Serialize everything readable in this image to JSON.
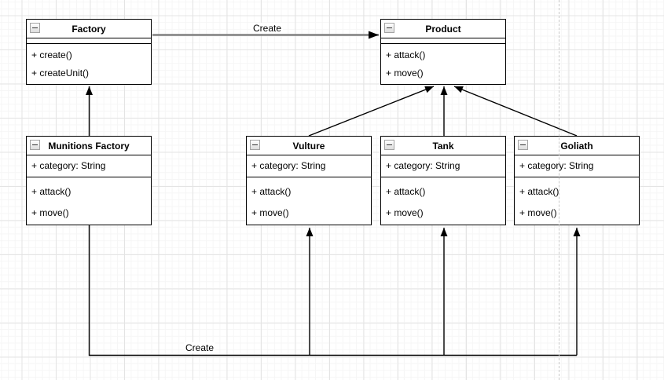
{
  "classes": [
    {
      "name": "Factory",
      "attributes": [],
      "methods": [
        "+ create()",
        "+ createUnit()"
      ]
    },
    {
      "name": "Product",
      "attributes": [],
      "methods": [
        "+ attack()",
        "+ move()"
      ]
    },
    {
      "name": "Munitions Factory",
      "attributes": [
        "+ category: String"
      ],
      "methods": [
        "+ attack()",
        "+ move()"
      ]
    },
    {
      "name": "Vulture",
      "attributes": [
        "+ category: String"
      ],
      "methods": [
        "+ attack()",
        "+ move()"
      ]
    },
    {
      "name": "Tank",
      "attributes": [
        "+ category: String"
      ],
      "methods": [
        "+ attack()",
        "+ move()"
      ]
    },
    {
      "name": "Goliath",
      "attributes": [
        "+ category: String"
      ],
      "methods": [
        "+ attack()",
        "+ move()"
      ]
    }
  ],
  "edges": [
    {
      "from": "Factory",
      "to": "Product",
      "label": "Create",
      "type": "directed-association"
    },
    {
      "from": "Munitions Factory",
      "to": "Factory",
      "type": "generalization"
    },
    {
      "from": "Vulture",
      "to": "Product",
      "type": "generalization"
    },
    {
      "from": "Tank",
      "to": "Product",
      "type": "generalization"
    },
    {
      "from": "Goliath",
      "to": "Product",
      "type": "generalization"
    },
    {
      "from": "Munitions Factory",
      "to": "Vulture, Tank, Goliath",
      "label": "Create",
      "type": "create-dependency"
    }
  ],
  "colors": {
    "shape_fill": "#ffffff",
    "shape_stroke": "#000000",
    "create_edge_stroke": "#808080",
    "grid_major": "#e4e4e4",
    "grid_minor": "#f6f6f6",
    "page_break": "#c9c9c9"
  }
}
